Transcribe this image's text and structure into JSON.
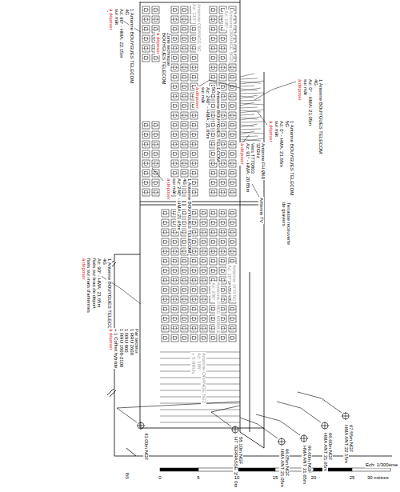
{
  "diagram": {
    "labels": [
      "1 Antenne BOUYGUES TELECOM",
      "4G",
      "Az: 90° - HMA: 22.15m",
      "sur mât",
      "à déposer",
      "Antenne ORANGE 5G",
      "Az: 315°",
      "Antenne ORANGE 5G2",
      "Az: 195°",
      "Zone technique",
      "BOUYGUES TELECOM",
      "à déposer",
      "1 Antenne BOUYGUES TELECOM",
      "5G",
      "Az: 240° - HMA: 21.65m",
      "sur mât",
      "à déposer",
      "1 Antenne BOUYGUES TELECOM",
      "4G",
      "Az: 240° - HMA: 21.65m",
      "sur mât",
      "à déposer",
      "1 Antenne BOUYGUES TELECOM",
      "4G",
      "Az: 0° - HMA: 21.05m",
      "sur mât",
      "à déposer",
      "1 Antenne BOUYGUES TELECOM",
      "5G",
      "Az: 0° - HMA: 21.65m",
      "sur mât",
      "à déposer",
      "Antenne FH Ø60",
      "32GHz",
      "Vers TTT0803",
      "Az: 91° - HMA: 20.85m",
      "à déposer",
      "Antenne TV",
      "Terrasse recouverte",
      "de graviers",
      "Antenne SFR 5G",
      "Az: 30°",
      "Antenne FREE MOBILE",
      "Az: 200°",
      "Antenne ORANGE 5G2",
      "Az: 195°",
      "+ 5 RRUs",
      "1 Antenne BOUYGUES TELECOM",
      "4G",
      "Az: 90° - HMA: 21.65m",
      "fixés sur bras de déport",
      "fixés sur mats d'antennes",
      "à déposer",
      "Par secteur",
      "1 RRU 2600",
      "1 RRU 800",
      "1 RRU 1800-2100",
      "+ 1 Coffret hybride",
      "à déposer",
      "67.55m NGF",
      "HMA ANT 22.15m",
      "66.60m NGF",
      "HMA ANT 21.65m",
      "66.60m NGF",
      "HMA ANT 21.65m",
      "66.05m NGF",
      "HMA ANT 21.05m",
      "58.10m NGF",
      "HT TERRASSE 15.50m",
      "43.00m NGF",
      "BS",
      "Ech: 1/300ème",
      "30 mètres",
      "0",
      "5",
      "10",
      "15",
      "20",
      "25"
    ]
  }
}
